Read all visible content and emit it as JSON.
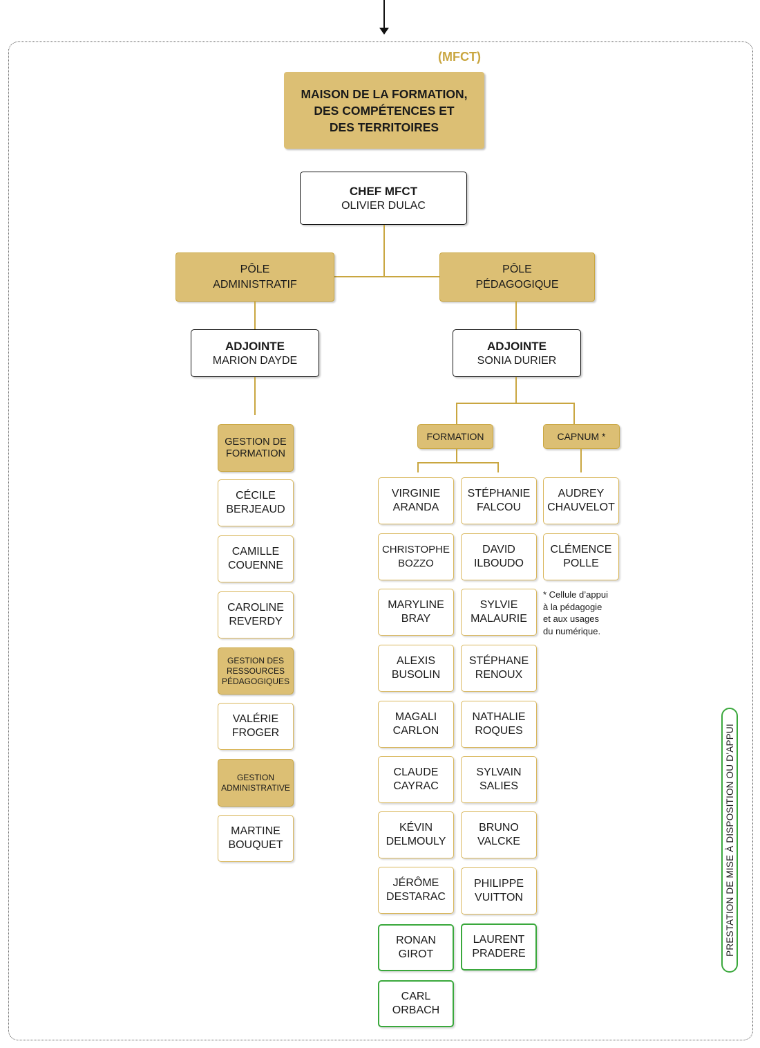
{
  "header": {
    "tag": "(MFCT)",
    "title": "MAISON DE LA FORMATION,\nDES COMPÉTENCES ET\nDES TERRITOIRES"
  },
  "chef": {
    "role": "CHEF MFCT",
    "name": "OLIVIER DULAC"
  },
  "poles": {
    "admin": "PÔLE\nADMINISTRATIF",
    "peda": "PÔLE\nPÉDAGOGIQUE"
  },
  "adjoints": {
    "admin": {
      "role": "ADJOINTE",
      "name": "MARION DAYDE"
    },
    "peda": {
      "role": "ADJOINTE",
      "name": "SONIA DURIER"
    }
  },
  "admin_column": {
    "gestion_formation": "GESTION DE\nFORMATION",
    "gestion_formation_people": [
      "CÉCILE\nBERJEAUD",
      "CAMILLE\nCOUENNE",
      "CAROLINE\nREVERDY"
    ],
    "gestion_ressources": "GESTION DES\nRESSOURCES\nPÉDAGOGIQUES",
    "gestion_ressources_people": [
      "VALÉRIE\nFROGER"
    ],
    "gestion_administrative": "GESTION\nADMINISTRATIVE",
    "gestion_administrative_people": [
      "MARTINE\nBOUQUET"
    ]
  },
  "formation": {
    "label": "FORMATION",
    "left": [
      "VIRGINIE\nARANDA",
      "CHRISTOPHE\nBOZZO",
      "MARYLINE\nBRAY",
      "ALEXIS\nBUSOLIN",
      "MAGALI\nCARLON",
      "CLAUDE\nCAYRAC",
      "KÉVIN\nDELMOULY",
      "JÉRÔME\nDESTARAC",
      "RONAN\nGIROT",
      "CARL\nORBACH"
    ],
    "right": [
      "STÉPHANIE\nFALCOU",
      "DAVID\nILBOUDO",
      "SYLVIE\nMALAURIE",
      "STÉPHANE\nRENOUX",
      "NATHALIE\nROQUES",
      "SYLVAIN\nSALIES",
      "BRUNO\nVALCKE",
      "PHILIPPE\nVUITTON",
      "LAURENT\nPRADERE"
    ]
  },
  "capnum": {
    "label": "CAPNUM *",
    "people": [
      "AUDREY\nCHAUVELOT",
      "CLÉMENCE\nPOLLE"
    ],
    "note": "* Cellule d’appui\n   à la pédagogie\n   et aux usages\n   du numérique."
  },
  "legend": {
    "vertical": "PRESTATION DE MISE À DISPOSITION OU D’APPUI"
  },
  "colors": {
    "gold": "#dcbf74",
    "gold_border": "#c9a640",
    "green": "#3aa83c",
    "tag": "#c9a640"
  }
}
